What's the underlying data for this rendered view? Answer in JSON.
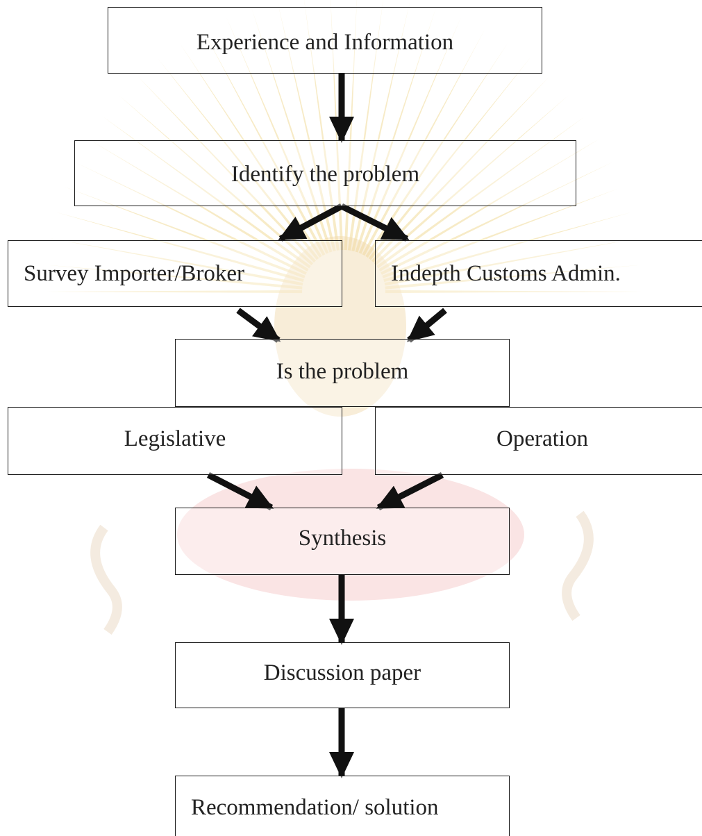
{
  "diagram": {
    "nodes": {
      "experience": "Experience and Information",
      "identify": "Identify the problem",
      "survey": "Survey Importer/Broker",
      "indepth": "Indepth Customs Admin.",
      "is_problem": "Is the problem",
      "legislative": "Legislative",
      "operation": "Operation",
      "synthesis": "Synthesis",
      "discussion": "Discussion paper",
      "recommendation": "Recommendation/ solution"
    },
    "edges": [
      [
        "experience",
        "identify"
      ],
      [
        "identify",
        "survey"
      ],
      [
        "identify",
        "indepth"
      ],
      [
        "survey",
        "is_problem"
      ],
      [
        "indepth",
        "is_problem"
      ],
      [
        "legislative",
        "synthesis"
      ],
      [
        "operation",
        "synthesis"
      ],
      [
        "synthesis",
        "discussion"
      ],
      [
        "discussion",
        "recommendation"
      ]
    ]
  },
  "colors": {
    "box_border": "#1a1a1a",
    "text": "#222222",
    "arrow": "#111111",
    "watermark_gold": "#f2dc9a",
    "watermark_pink": "#f7d2d2"
  }
}
